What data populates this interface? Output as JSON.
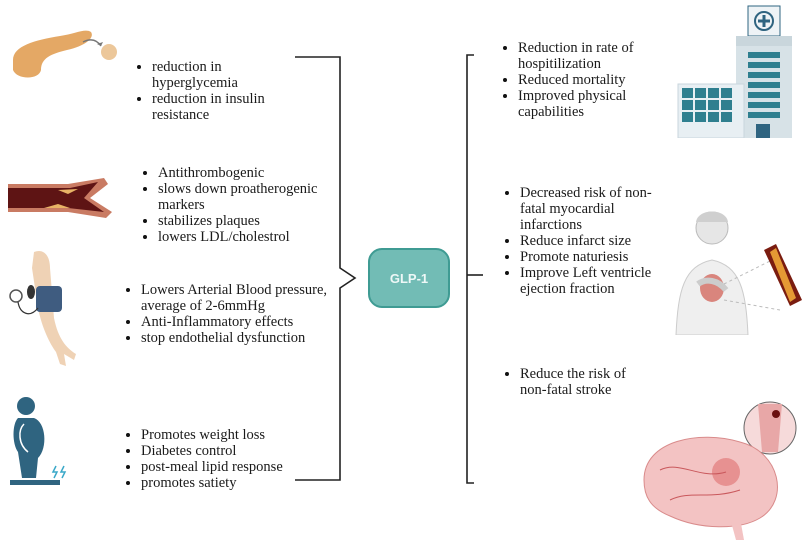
{
  "center": {
    "label": "GLP-1",
    "color": "#72bcb5",
    "border": "#3f9b93"
  },
  "left_groups": [
    {
      "icon": "pancreas-icon",
      "items": [
        "reduction in hyperglycemia",
        "reduction in insulin resistance"
      ]
    },
    {
      "icon": "artery-plaque-icon",
      "items": [
        "Antithrombogenic",
        "slows down proatherogenic markers",
        "stabilizes plaques",
        "lowers LDL/cholestrol"
      ]
    },
    {
      "icon": "blood-pressure-cuff-icon",
      "items": [
        "Lowers Arterial Blood pressure, average of 2-6mmHg",
        "Anti-Inflammatory effects",
        "stop endothelial dysfunction"
      ]
    },
    {
      "icon": "weight-scale-person-icon",
      "items": [
        "Promotes weight loss",
        "Diabetes control",
        "post-meal lipid response",
        "promotes satiety"
      ]
    }
  ],
  "right_groups": [
    {
      "icon": "hospital-icon",
      "items": [
        "Reduction in rate of hospitilization",
        "Reduced mortality",
        "Improved physical capabilities"
      ]
    },
    {
      "icon": "heart-attack-person-icon",
      "items": [
        "Decreased risk of non-fatal myocardial infarctions",
        "Reduce infarct size",
        "Promote naturiesis",
        "Improve Left ventricle ejection fraction"
      ]
    },
    {
      "icon": "brain-stroke-icon",
      "items": [
        "Reduce the risk of non-fatal stroke"
      ]
    }
  ]
}
